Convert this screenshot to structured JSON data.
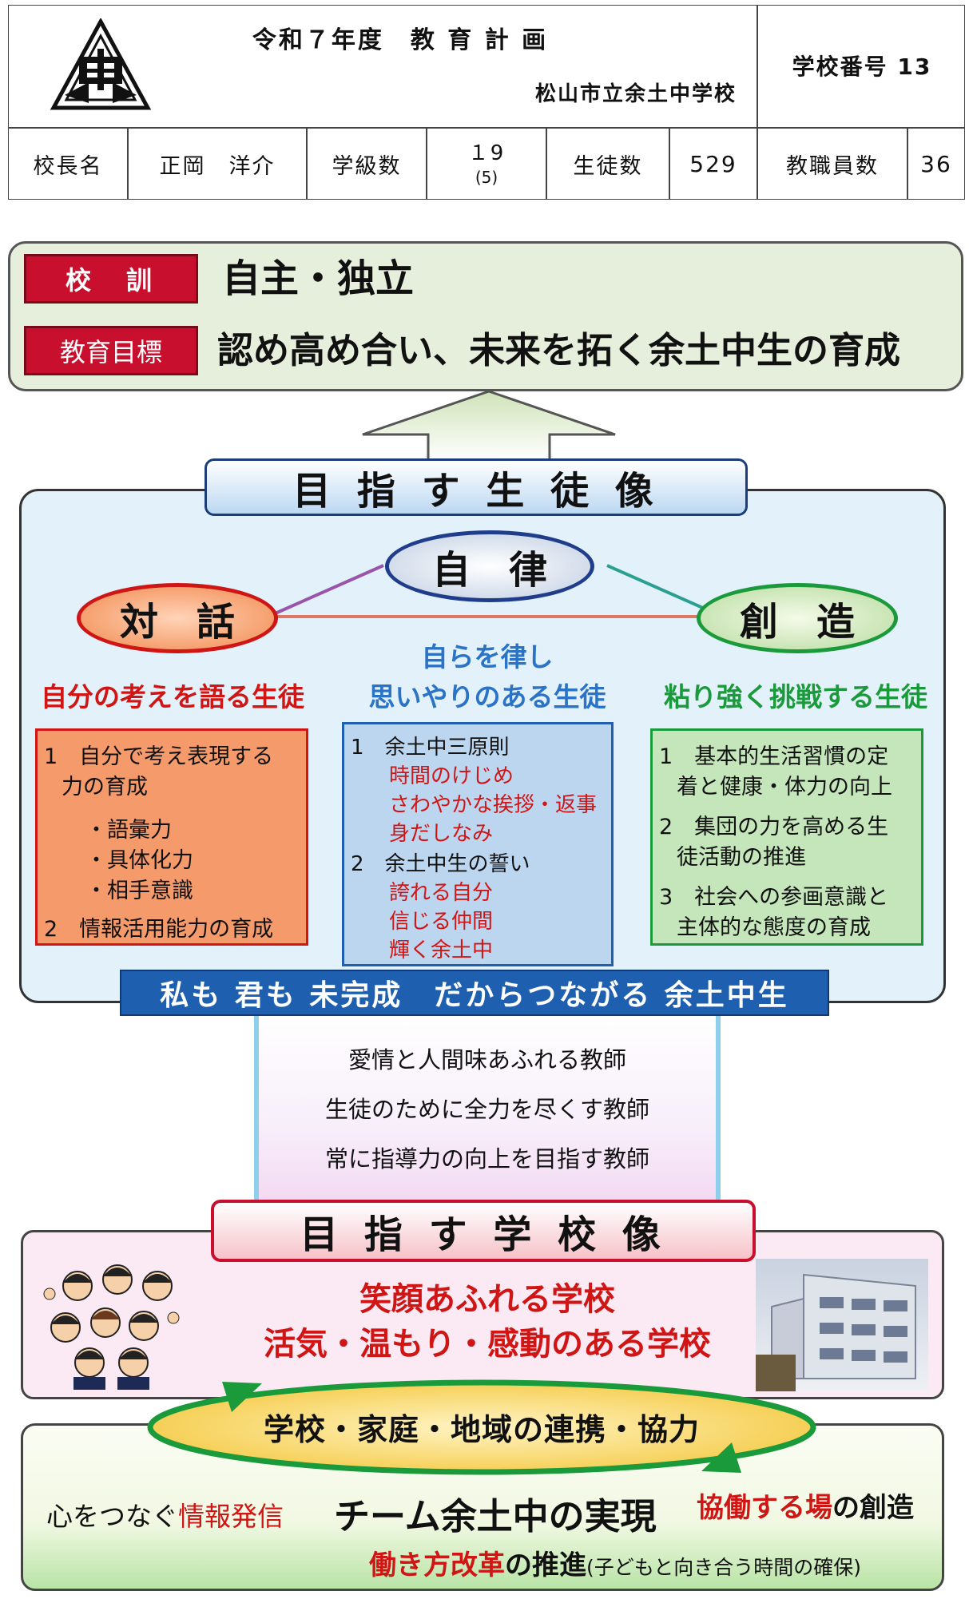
{
  "header": {
    "plan_title": "令和７年度　教 育 計 画",
    "school_name": "松山市立余土中学校",
    "school_number": "学校番号 13",
    "principal_label": "校長名",
    "principal_name": "正岡　洋介",
    "classes_label": "学級数",
    "classes_value": "１9",
    "classes_sub": "(5)",
    "students_label": "生徒数",
    "students_value": "529",
    "staff_label": "教職員数",
    "staff_value": "36"
  },
  "motto": {
    "label": "校　訓",
    "text": "自主・独立",
    "goal_label": "教育目標",
    "goal_text": "認め高め合い、未来を拓く余土中生の育成"
  },
  "student_image": {
    "title": "目 指 す 生 徒 像",
    "center": "自　律",
    "left": "対　話",
    "right": "創　造",
    "center_sub": [
      "自らを律し",
      "思いやりのある生徒"
    ],
    "left_sub": "自分の考えを語る生徒",
    "right_sub": "粘り強く挑戦する生徒",
    "left_box": {
      "item1a": "1　自分で考え表現する",
      "item1b": "力の育成",
      "bullets": [
        "・語彙力",
        "・具体化力",
        "・相手意識"
      ],
      "item2": "2　情報活用能力の育成"
    },
    "center_box": {
      "item1": "1　余土中三原則",
      "red1": [
        "時間のけじめ",
        "さわやかな挨拶・返事",
        "身だしなみ"
      ],
      "item2": "2　余土中生の誓い",
      "red2": [
        "誇れる自分",
        "信じる仲間",
        "輝く余土中"
      ]
    },
    "right_box": {
      "i1a": "1　基本的生活習慣の定",
      "i1b": "着と健康・体力の向上",
      "i2a": "2　集団の力を高める生",
      "i2b": "徒活動の推進",
      "i3a": "3　社会への参画意識と",
      "i3b": "主体的な態度の育成"
    },
    "slogan": "私も 君も 未完成　だからつながる 余土中生"
  },
  "teacher": {
    "lines": [
      "愛情と人間味あふれる教師",
      "生徒のために全力を尽くす教師",
      "常に指導力の向上を目指す教師"
    ]
  },
  "school_image": {
    "title": "目 指 す 学 校 像",
    "line1": "笑顔あふれる学校",
    "line2": "活気・温もり・感動のある学校"
  },
  "cooperation": {
    "ellipse": "学校・家庭・地域の連携・協力",
    "left_plain": "心をつなぐ",
    "left_red": "情報発信",
    "center": "チーム余土中の実現",
    "right_red": "協働する場",
    "right_plain": "の創造",
    "bottom_red": "働き方改革",
    "bottom_plain": "の推進",
    "bottom_note": "(子どもと向き合う時間の確保)"
  },
  "colors": {
    "red_label": "#c8102e",
    "blue_banner": "#1f5fb0",
    "orange": "#f59a6b",
    "green": "#1a9a3a",
    "title_blue": "#2a73c6"
  }
}
